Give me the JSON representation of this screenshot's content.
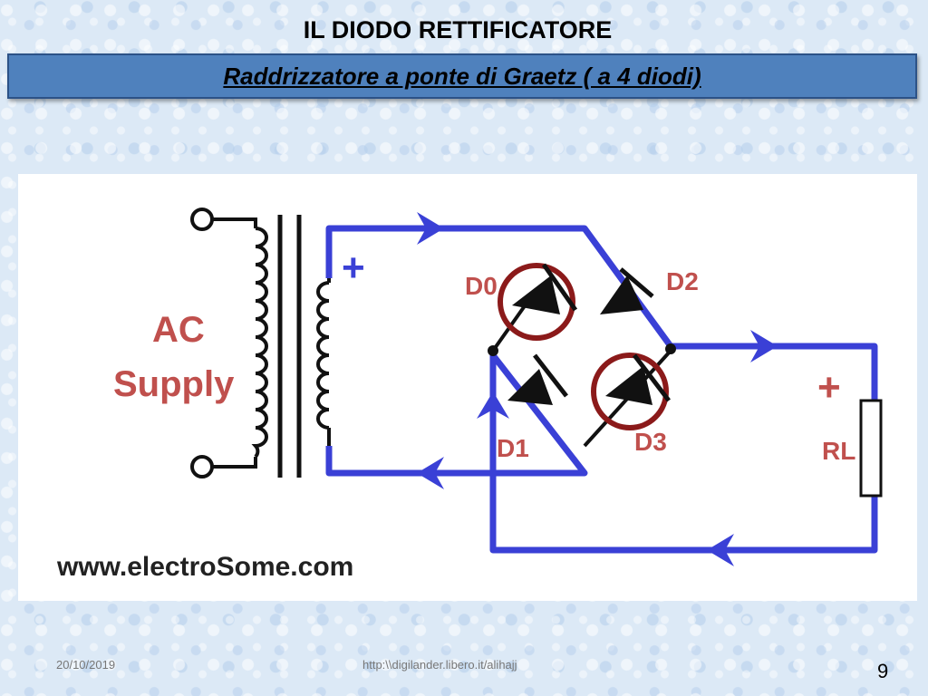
{
  "slide": {
    "title": "IL DIODO RETTIFICATORE",
    "subtitle": "Raddrizzatore a ponte di Graetz ( a 4 diodi)"
  },
  "diagram": {
    "source_label": "AC\nSupply",
    "source_line1": "AC",
    "source_line2": "Supply",
    "transformer_secondary_plus": "+",
    "diodes": [
      "D0",
      "D1",
      "D2",
      "D3"
    ],
    "load_label": "RL",
    "load_plus": "+",
    "watermark": "www.electroSome.com",
    "colors": {
      "current_path": "#3a40d6",
      "wire": "#000000",
      "diode_highlight": "#8b1a1a",
      "label": "#c0504d"
    }
  },
  "footer": {
    "date": "20/10/2019",
    "url": "http:\\\\digilander.libero.it/alihajj",
    "page": "9"
  }
}
